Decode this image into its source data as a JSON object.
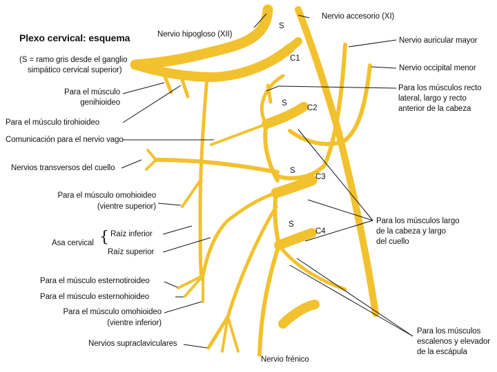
{
  "title": "Plexo cervical: esquema",
  "subtitle_line1": "(S = ramo gris desde el ganglio",
  "subtitle_line2": "simpático cervical superior)",
  "nerve_color": "#f2c12e",
  "nerve_stroke": "#d9a514",
  "labels": {
    "hipogloso": "Nervio hipogloso (XII)",
    "accesorio": "Nervio accesorio (XI)",
    "auricular": "Nervio auricular mayor",
    "occipital": "Nervio occipital menor",
    "genihioideo_1": "Para el músculo",
    "genihioideo_2": "genihioideo",
    "tirohioideo": "Para el músculo tirohioideo",
    "vago": "Comunicación para el nervio vago",
    "transversos": "Nervios transversos del cuello",
    "omohioideo_sup_1": "Para el músculo omohioideo",
    "omohioideo_sup_2": "(vientre superior)",
    "asa": "Asa cervical",
    "raiz_inferior": "Raíz inferior",
    "raiz_superior": "Raíz superior",
    "esternotiroideo": "Para el músculo esternotiroideo",
    "esternohioideo": "Para el músculo esternohioideo",
    "omohioideo_inf_1": "Para el músculo omohioideo",
    "omohioideo_inf_2": "(vientre inferior)",
    "supraclaviculares": "Nervios supraclaviculares",
    "frenico": "Nervio frénico",
    "recto_1": "Para los músculos recto",
    "recto_2": "lateral, largo y recto",
    "recto_3": "anterior de la cabeza",
    "largo_1": "Para los músculos largo",
    "largo_2": "de la cabeza y largo",
    "largo_3": "del cuello",
    "escalenos_1": "Para los músculos",
    "escalenos_2": "escalenos y elevador",
    "escalenos_3": "de la escápula"
  },
  "segments": {
    "c1": "C1",
    "c2": "C2",
    "c3": "C3",
    "c4": "C4",
    "s1": "S",
    "s2": "S",
    "s3": "S",
    "s4": "S"
  }
}
